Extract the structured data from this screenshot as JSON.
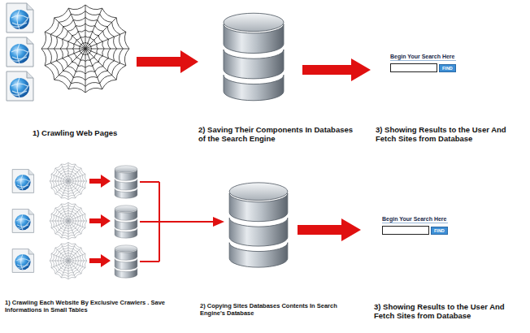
{
  "diagram": {
    "nodes": [
      {
        "text": [
          "Begin Your Search Here",
          "FIND"
        ]
      },
      {
        "text": [
          "Begin Your Search Here",
          "FIND"
        ]
      }
    ],
    "labels": [
      "1) Crawling Web Pages",
      "2) Saving Their Components In Databases of the Search Engine",
      "3) Showing Results to the User And Fetch Sites from Database",
      "1) Crawling Each Website By Exclusive Crawlers . Save Informations in Small Tables",
      "2) Copying Sites Databases Contents In Search Engine's Database",
      "3) Showing Results to the User And Fetch Sites from Database"
    ]
  }
}
